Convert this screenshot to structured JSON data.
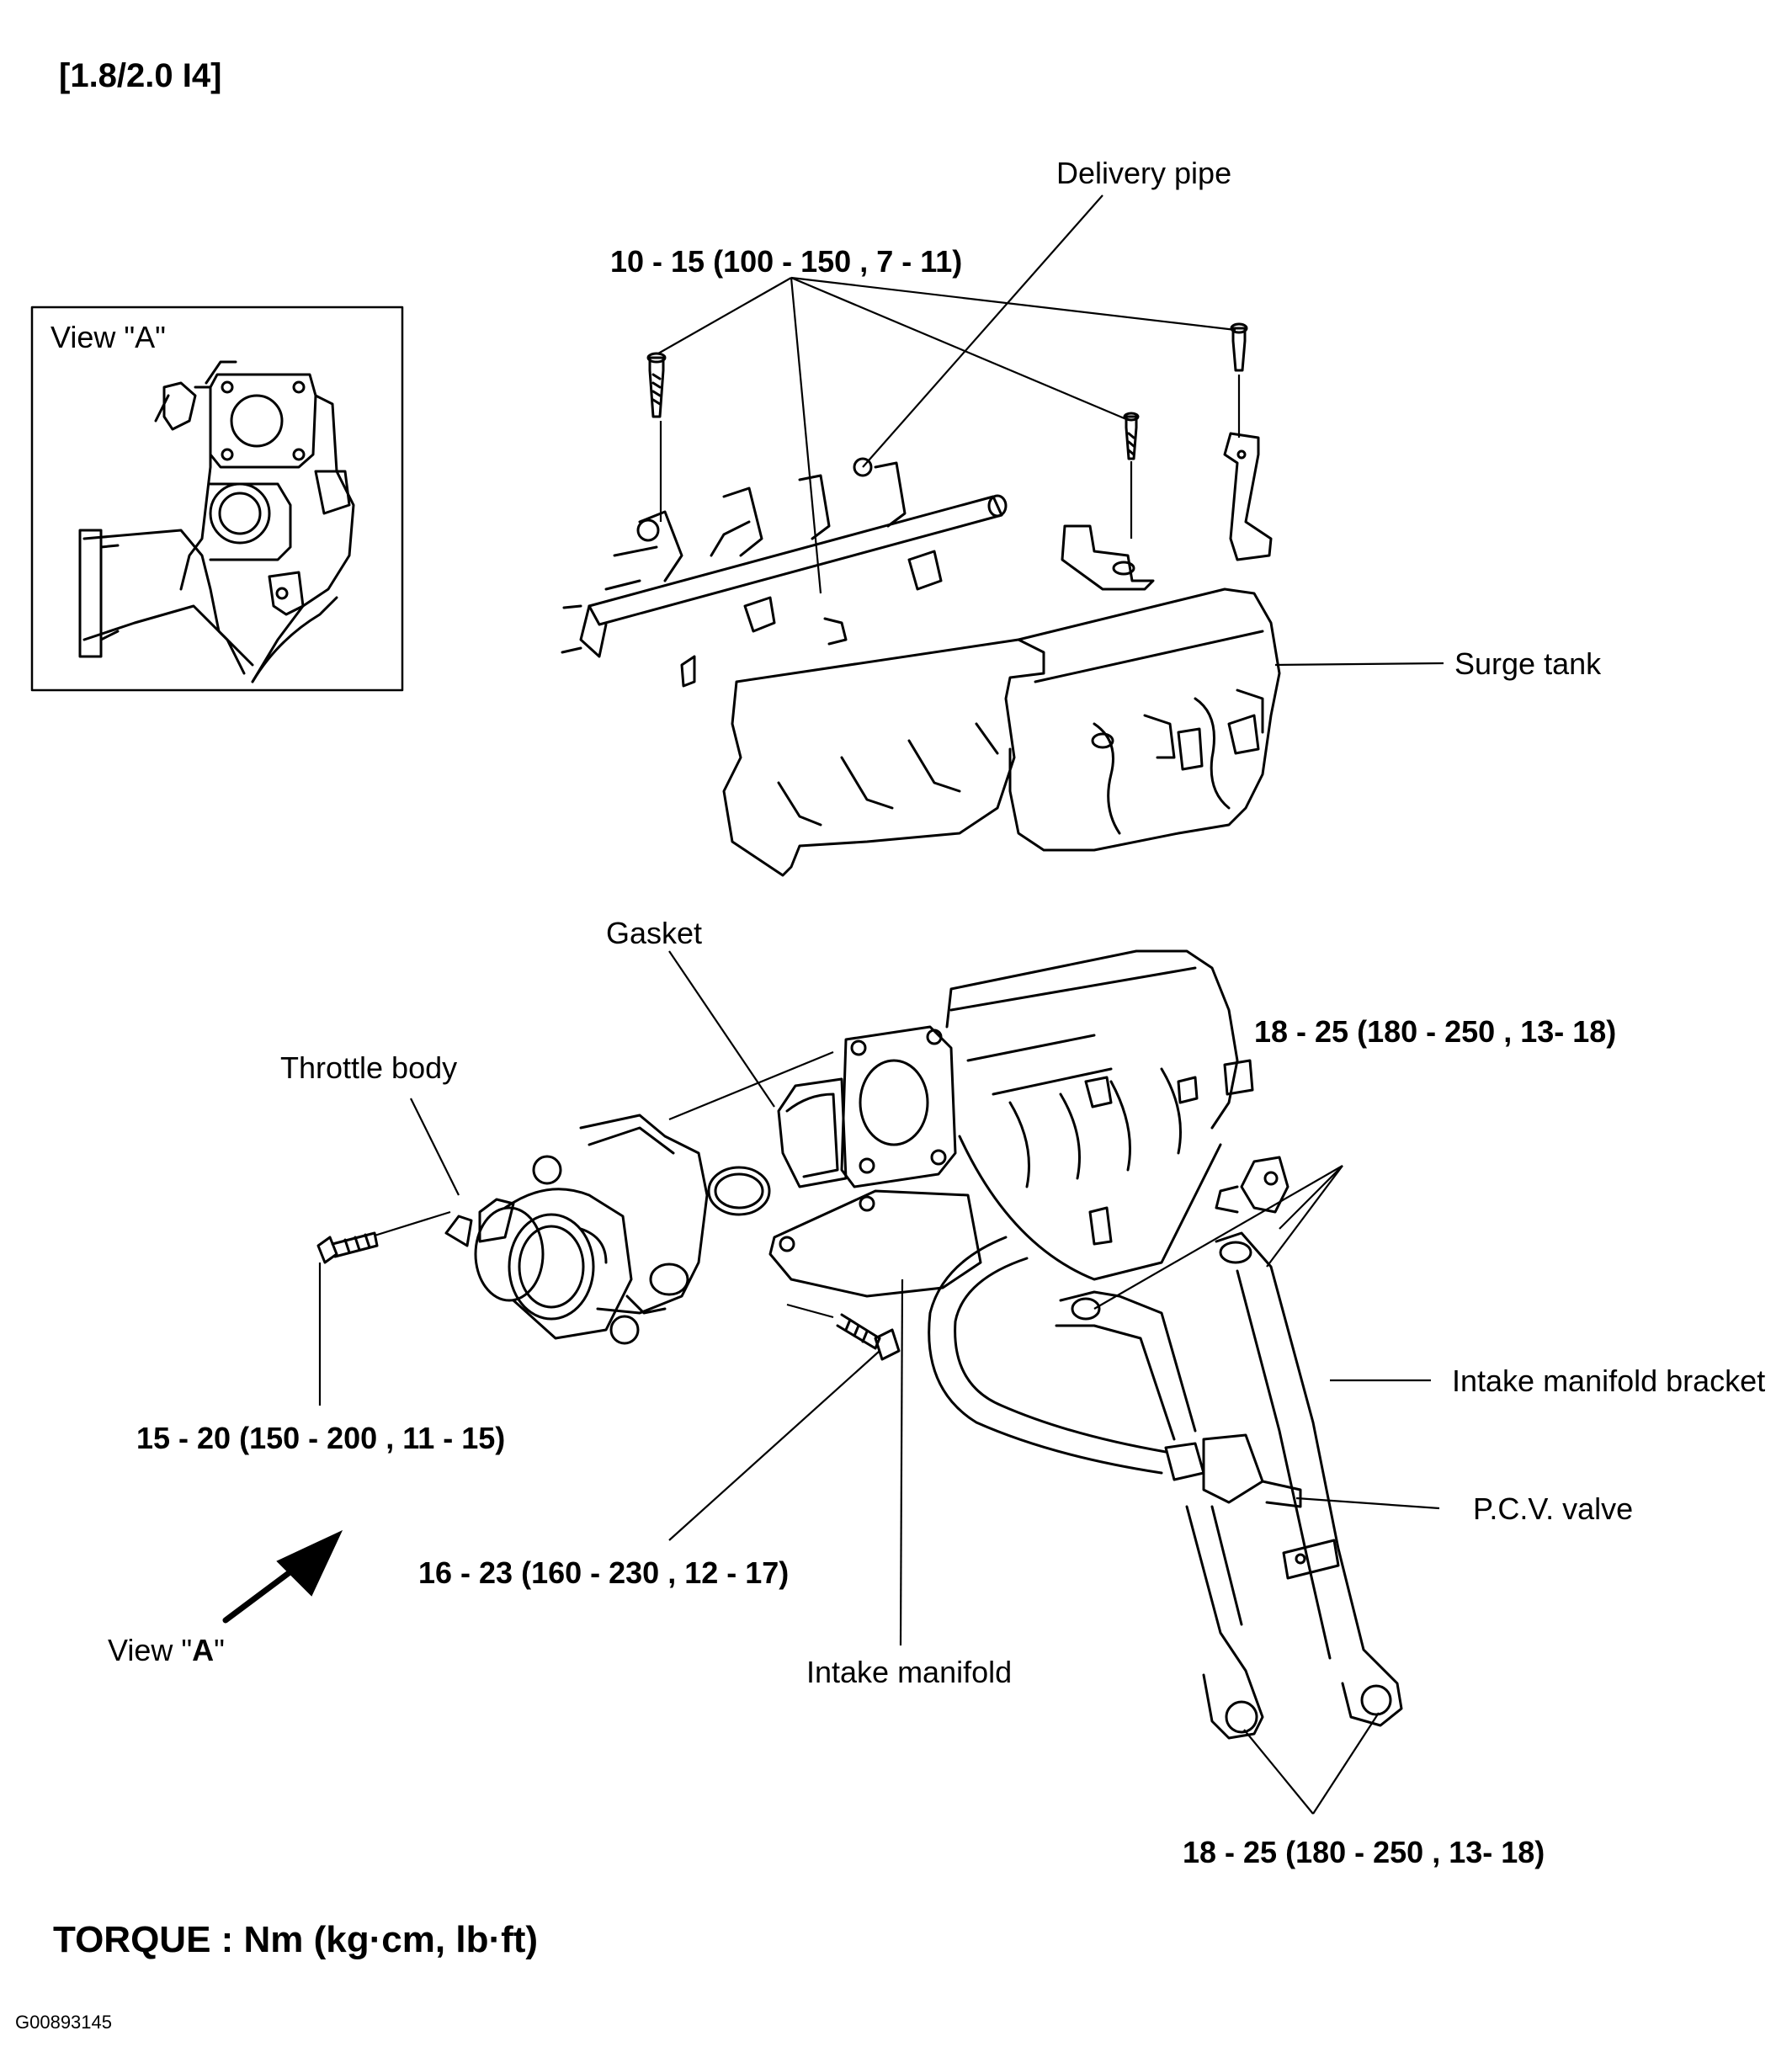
{
  "engine_header": "[1.8/2.0 I4]",
  "inset": {
    "title": "View \"A\""
  },
  "labels": {
    "delivery_pipe": "Delivery pipe",
    "surge_tank": "Surge tank",
    "gasket": "Gasket",
    "throttle_body": "Throttle body",
    "intake_manifold_bracket": "Intake manifold bracket",
    "pcv_valve": "P.C.V. valve",
    "intake_manifold": "Intake manifold"
  },
  "view_arrow": {
    "prefix": "View \"",
    "letter": "A",
    "suffix": "\""
  },
  "torques": {
    "delivery_pipe_bolts": "10 - 15 (100 - 150 , 7 - 11)",
    "bracket_upper": "18 - 25 (180 - 250 , 13- 18)",
    "throttle_body_bolt": "15 - 20 (150 - 200 , 11 - 15)",
    "manifold_bolt": "16 - 23 (160 - 230 , 12 - 17)",
    "bracket_lower": "18 - 25 (180 - 250 , 13- 18)"
  },
  "footer": {
    "torque_units": "TORQUE : Nm (kg·cm, lb·ft)",
    "figure_code": "G00893145"
  }
}
